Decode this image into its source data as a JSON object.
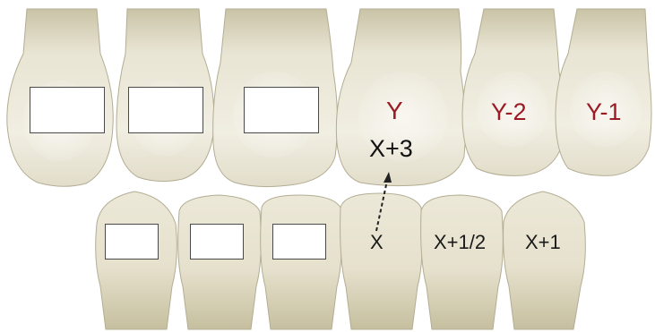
{
  "upper_row": {
    "teeth": [
      {
        "label": ""
      },
      {
        "label": ""
      },
      {
        "label": ""
      },
      {
        "label": "Y"
      },
      {
        "label": "Y-2"
      },
      {
        "label": "Y-1"
      }
    ],
    "central_formula": "X+3",
    "label_color": "#9b1b24"
  },
  "lower_row": {
    "teeth": [
      {
        "label": ""
      },
      {
        "label": ""
      },
      {
        "label": ""
      },
      {
        "label": "X"
      },
      {
        "label": "X+1/2"
      },
      {
        "label": "X+1"
      }
    ],
    "label_color": "#1a1a1a"
  },
  "arrow": {
    "from": "X",
    "to": "X+3",
    "style": "dashed"
  },
  "colors": {
    "enamel_light": "#f2efe2",
    "enamel_mid": "#ddd8c3",
    "enamel_dark": "#b9b39a",
    "gingiva_shadow": "#a8a286"
  }
}
